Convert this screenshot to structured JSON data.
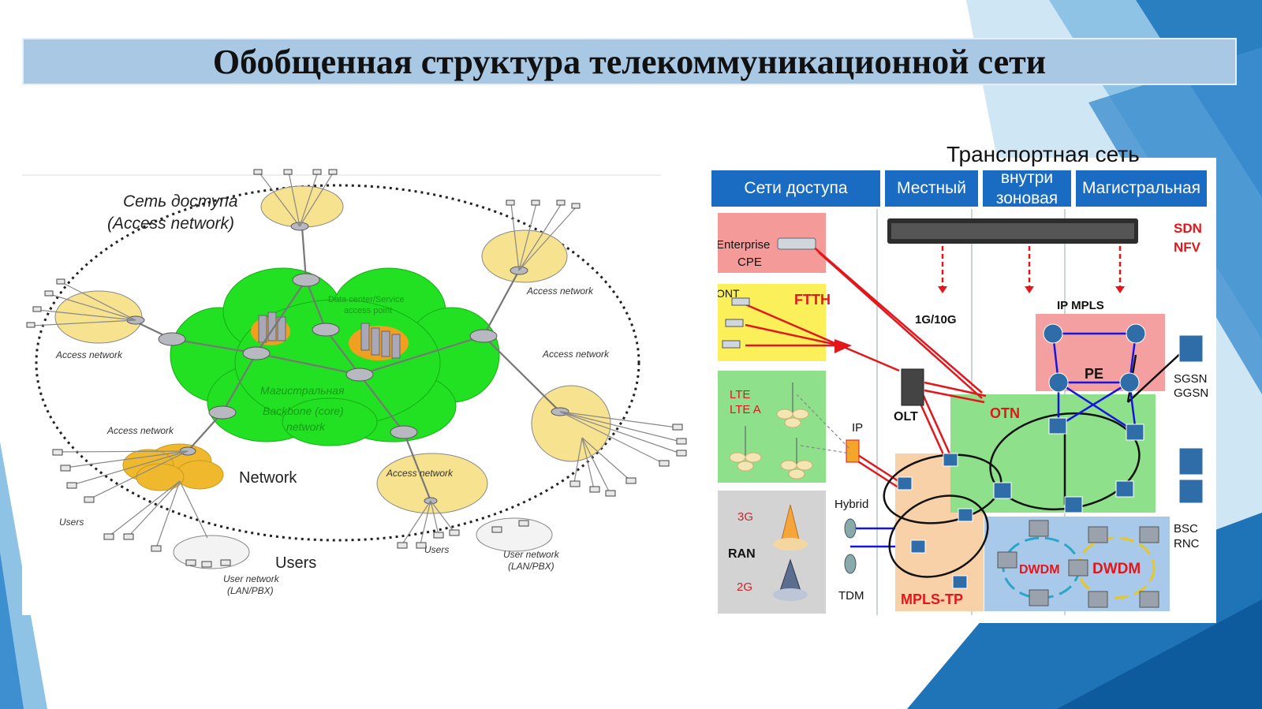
{
  "title": "Обобщенная структура телекоммуникационной сети",
  "colors": {
    "title_bg": "#a9c8e4",
    "header_blue": "#1a6cc3",
    "backbone_green": "#22e022",
    "access_yellow": "#f7e28f",
    "red_label": "#e3161c"
  },
  "left_diagram": {
    "access_caption_line1": "Сеть доступа",
    "access_caption_line2": "(Access     network)",
    "access_label": "Access     network",
    "backbone_line1": "Магистральная",
    "backbone_line2": "Backbone (core)",
    "backbone_line3": "network",
    "data_center_line1": "Data center/Service",
    "data_center_line2": "access point",
    "network_label": "Network",
    "users_label": "Users",
    "users_small": "Users",
    "user_network_line1": "User network",
    "user_network_line2": "(LAN/PBX)"
  },
  "right_diagram": {
    "title": "Транспортная сеть",
    "headers": [
      "Сети доступа",
      "Местный",
      "внутри зоновая",
      "Магистральная"
    ],
    "enterprise_line1": "Enterprise",
    "enterprise_line2": "CPE",
    "ont": "ONT",
    "ftth": "FTTH",
    "lte_line1": "LTE",
    "lte_line2": "LTE A",
    "ip": "IP",
    "hybrid": "Hybrid",
    "tdm": "TDM",
    "ran_3g": "3G",
    "ran": "RAN",
    "ran_2g": "2G",
    "sdn": "SDN",
    "nfv": "NFV",
    "speed": "1G/10G",
    "ip_mpls": "IP MPLS",
    "pe": "PE",
    "olt": "OLT",
    "otn": "OTN",
    "sgsn": "SGSN",
    "ggsn": "GGSN",
    "bsc": "BSC",
    "rnc": "RNC",
    "mpls_tp": "MPLS-TP",
    "dwdm_1": "DWDM",
    "dwdm_2": "DWDM"
  }
}
